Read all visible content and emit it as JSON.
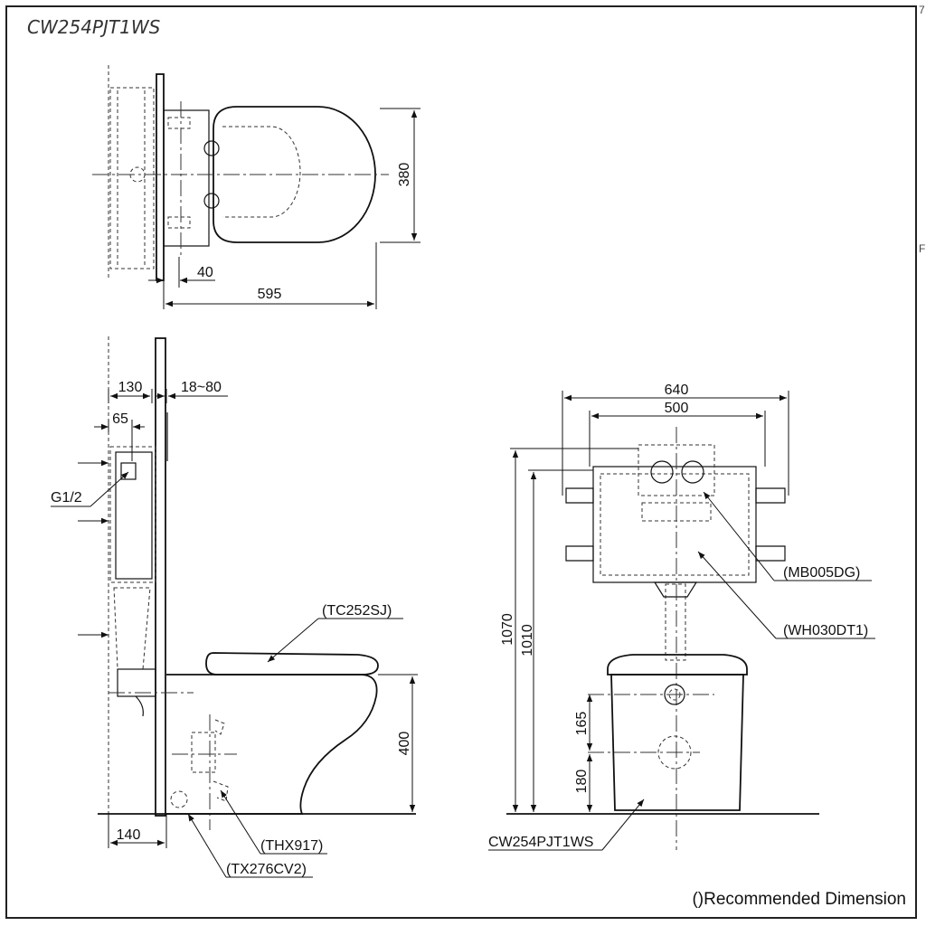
{
  "header": {
    "model_title": "CW254PJT1WS"
  },
  "footer": {
    "note": "()Recommended Dimension"
  },
  "edge_marks": {
    "top_right": "7",
    "mid_right": "F"
  },
  "top_view": {
    "dims": {
      "width": "380",
      "offset": "40",
      "length": "595"
    }
  },
  "side_view": {
    "dims": {
      "frame_depth": "130",
      "wall_thickness": "18~80",
      "inlet_offset": "65",
      "floor_offset": "140",
      "bowl_height": "400"
    },
    "labels": {
      "thread": "G1/2",
      "seat": "(TC252SJ)",
      "part_a": "(THX917)",
      "part_b": "(TX276CV2)"
    }
  },
  "front_view": {
    "dims": {
      "outer_width": "640",
      "inner_width": "500",
      "total_height": "1070",
      "frame_height": "1010",
      "outlet_upper": "165",
      "outlet_lower": "180"
    },
    "labels": {
      "plate": "(MB005DG)",
      "tank": "(WH030DT1)",
      "bowl": "CW254PJT1WS"
    }
  }
}
